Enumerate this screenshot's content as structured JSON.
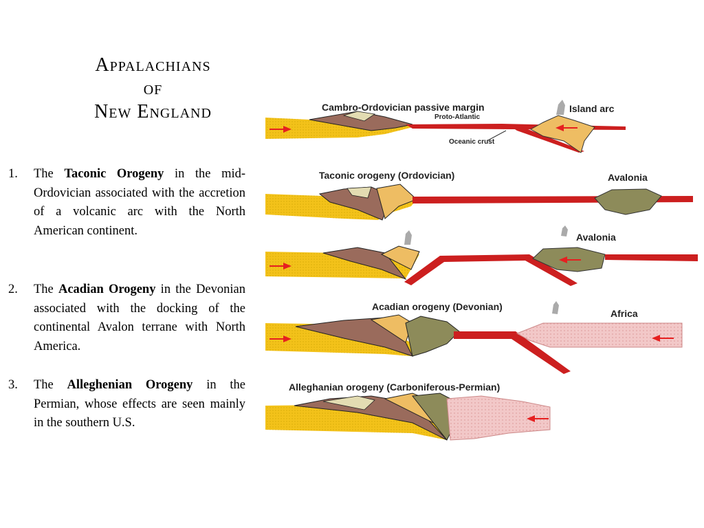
{
  "title": {
    "line1": "Appalachians",
    "line2": "of",
    "line3": "New England"
  },
  "items": [
    {
      "num": "1.",
      "pre": "The ",
      "bold": "Taconic Orogeny",
      "post": " in the mid-Ordovician associated with the accretion of a volcanic arc with the North American continent."
    },
    {
      "num": "2.",
      "pre": "The ",
      "bold": "Acadian Orogeny",
      "post": " in the Devonian associated with the docking of the continental Avalon terrane with North America."
    },
    {
      "num": "3.",
      "pre": "The ",
      "bold": "Alleghenian Orogeny",
      "post": " in the Permian, whose effects are seen mainly in the southern U.S."
    }
  ],
  "diagram": {
    "passive_margin": "Cambro-Ordovician passive margin",
    "proto_atlantic": "Proto-Atlantic",
    "island_arc": "Island arc",
    "oceanic_crust": "Oceanic crust",
    "taconic": "Taconic orogeny (Ordovician)",
    "avalonia_1": "Avalonia",
    "avalonia_2": "Avalonia",
    "acadian": "Acadian orogeny (Devonian)",
    "africa": "Africa",
    "alleghanian": "Alleghanian orogeny (Carboniferous-Permian)"
  },
  "colors": {
    "continent": "#f3c21a",
    "oceanic_crust": "#cc1f1f",
    "sediment_brown": "#9a6b5c",
    "sediment_light": "#e3dcb2",
    "arc": "#eebd63",
    "avalonia": "#8d8b5a",
    "africa": "#f2c8c8",
    "arrow": "#e62020",
    "volcano": "#aaaaaa"
  }
}
